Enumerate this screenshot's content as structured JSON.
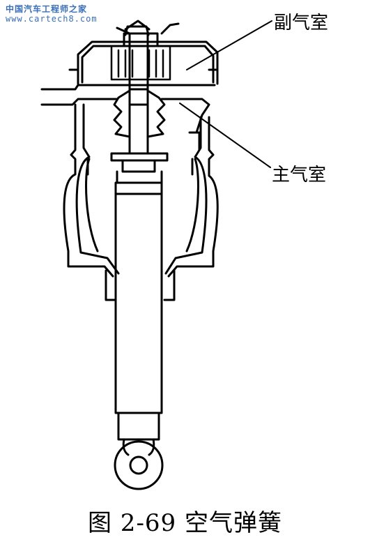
{
  "watermark": {
    "line1": "中国汽车工程师之家",
    "line2": "www.cartech8.com"
  },
  "labels": {
    "auxiliary_chamber": "副气室",
    "main_chamber": "主气室"
  },
  "caption": "图 2-69 空气弹簧",
  "colors": {
    "line": "#000000",
    "watermark": "#3a6fb8",
    "background": "#ffffff"
  }
}
